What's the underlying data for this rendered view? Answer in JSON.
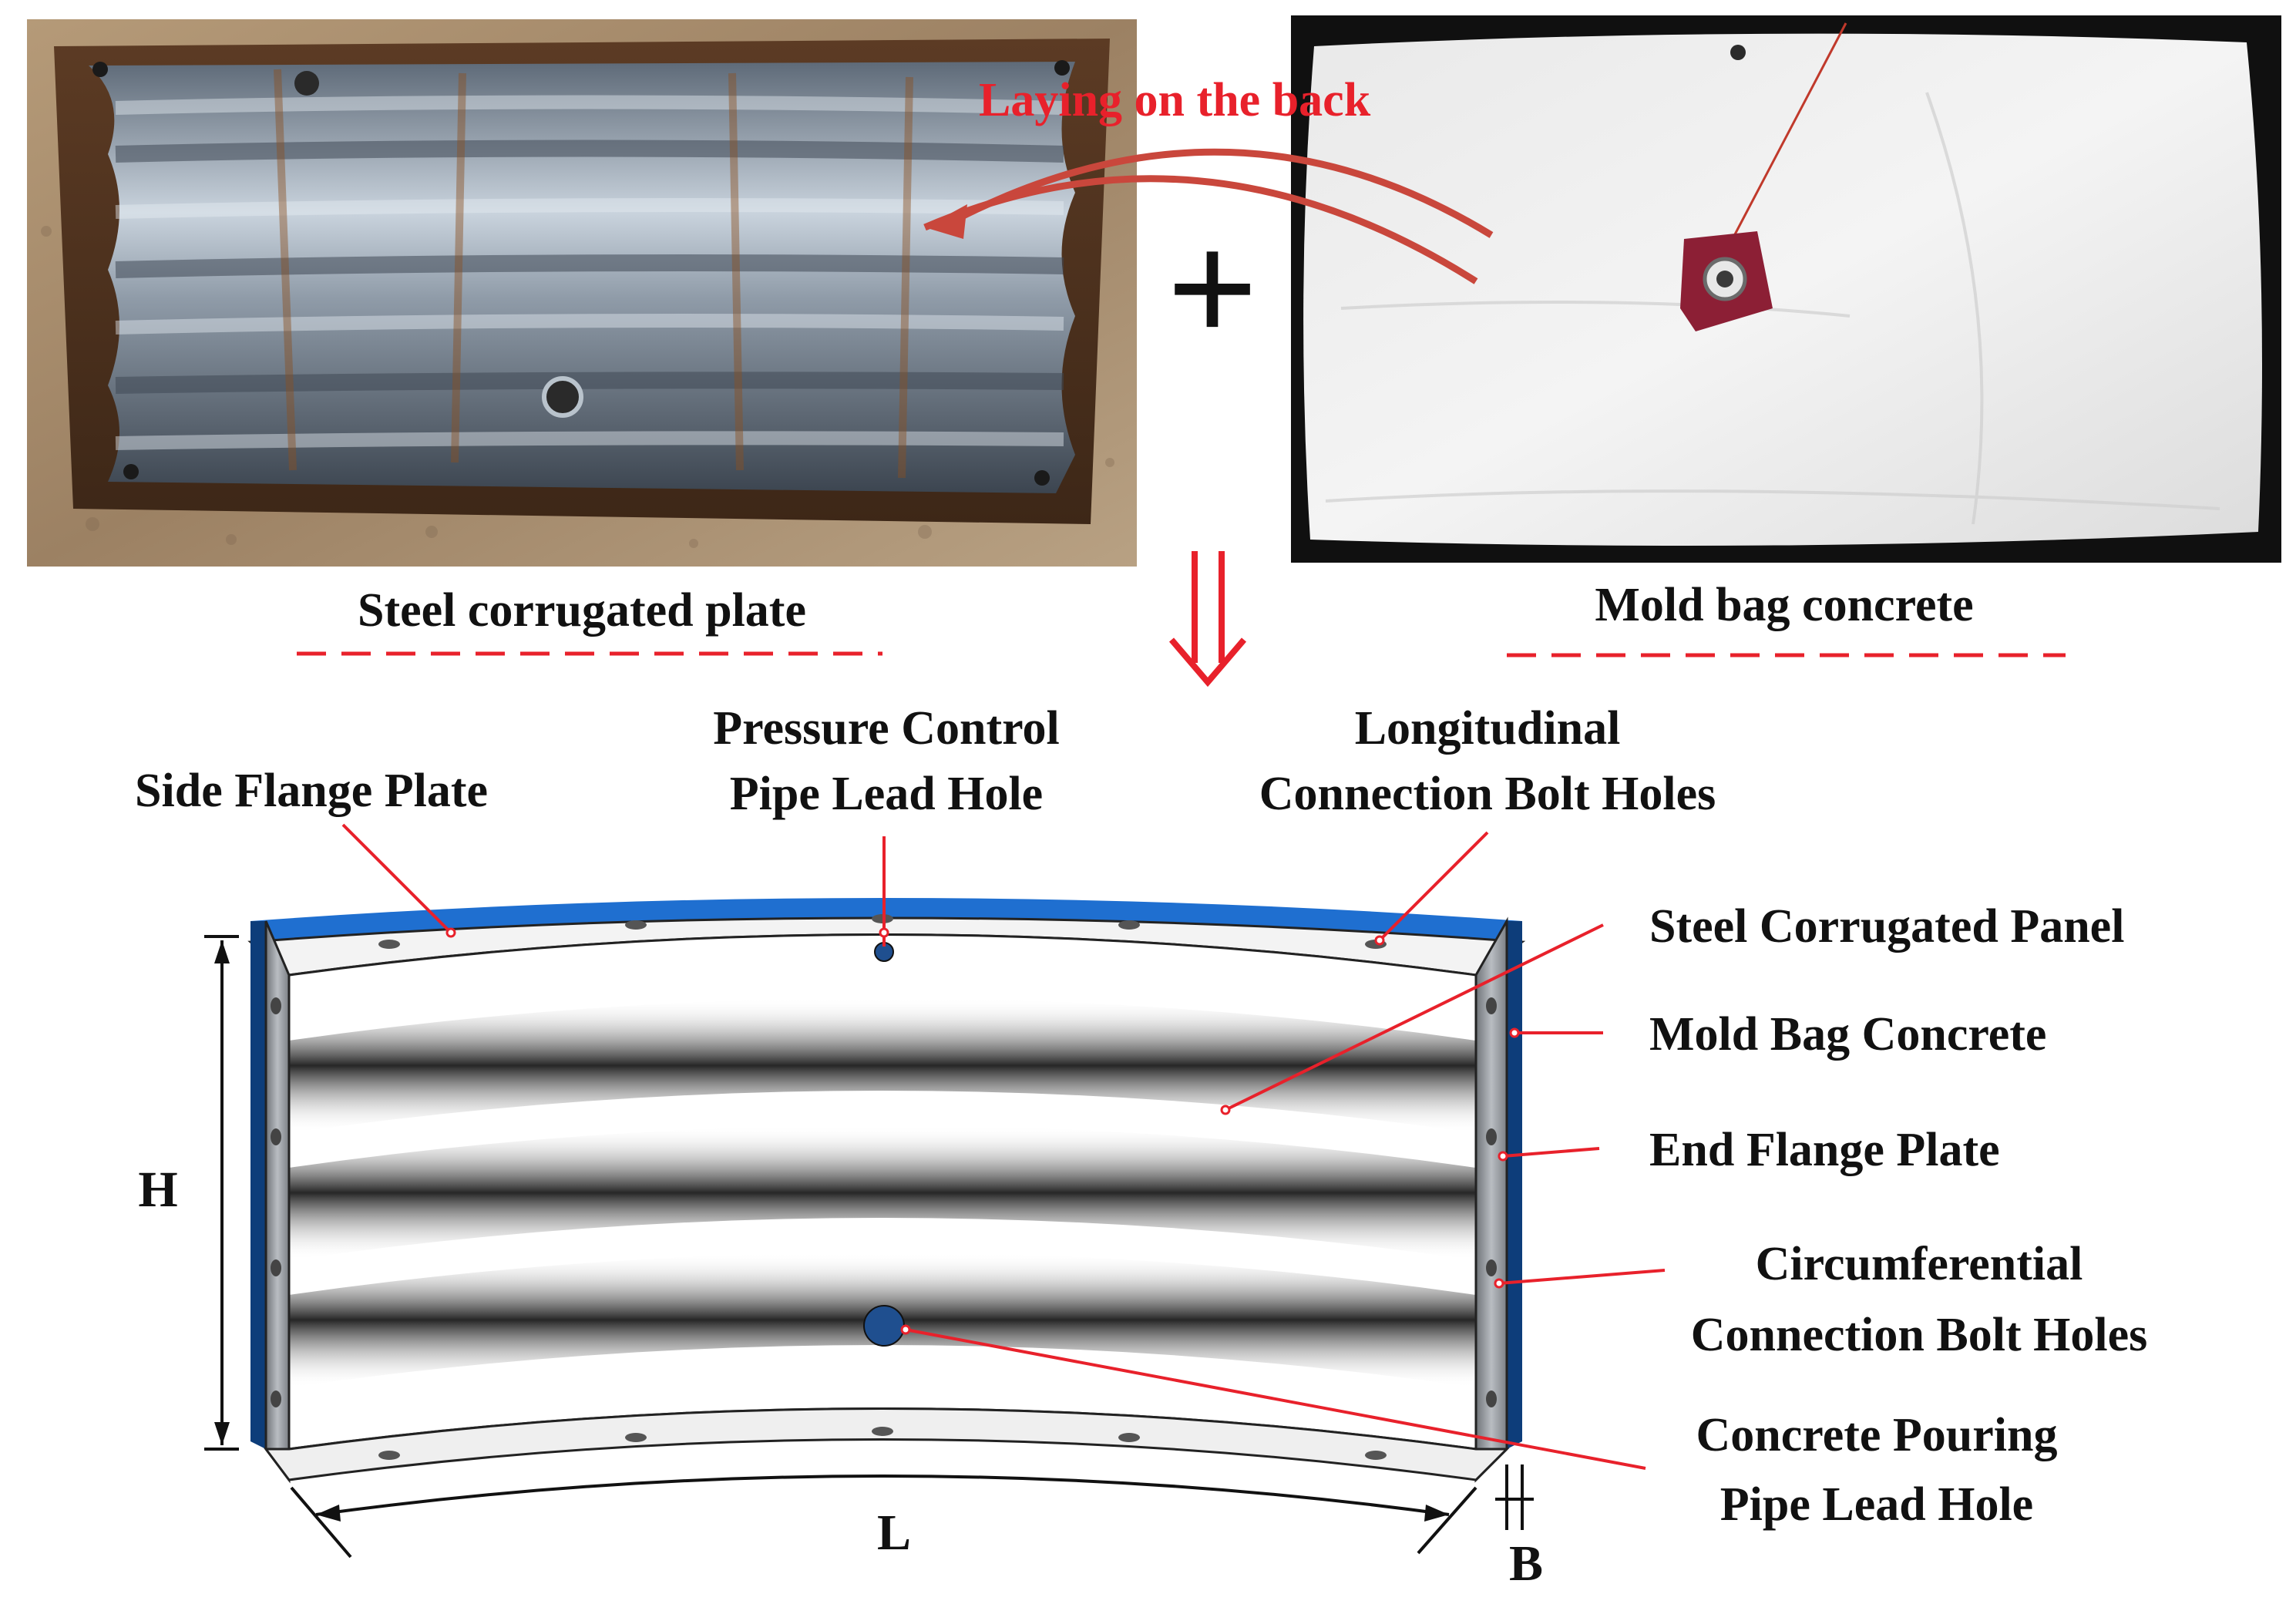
{
  "photos": {
    "steel_caption": "Steel corrugated plate",
    "bag_caption": "Mold bag concrete",
    "laying_label": "Laying on the back",
    "plus_symbol": "+",
    "down_arrow_symbol": "⇓"
  },
  "callouts": {
    "side_flange": "Side Flange Plate",
    "pressure_line1": "Pressure Control",
    "pressure_line2": "Pipe Lead Hole",
    "longitudinal_line1": "Longitudinal",
    "longitudinal_line2": "Connection Bolt Holes",
    "steel_panel": "Steel Corrugated Panel",
    "mold_bag": "Mold Bag Concrete",
    "end_flange": "End Flange Plate",
    "circ_line1": "Circumferential",
    "circ_line2": "Connection Bolt Holes",
    "pouring_line1": "Concrete Pouring",
    "pouring_line2": "Pipe Lead Hole"
  },
  "dimensions": {
    "height": "H",
    "length": "L",
    "breadth": "B"
  },
  "colors": {
    "accent_red": "#e8212b",
    "flange_blue": "#1f6fd0",
    "dark_blue": "#0d3d7a"
  }
}
